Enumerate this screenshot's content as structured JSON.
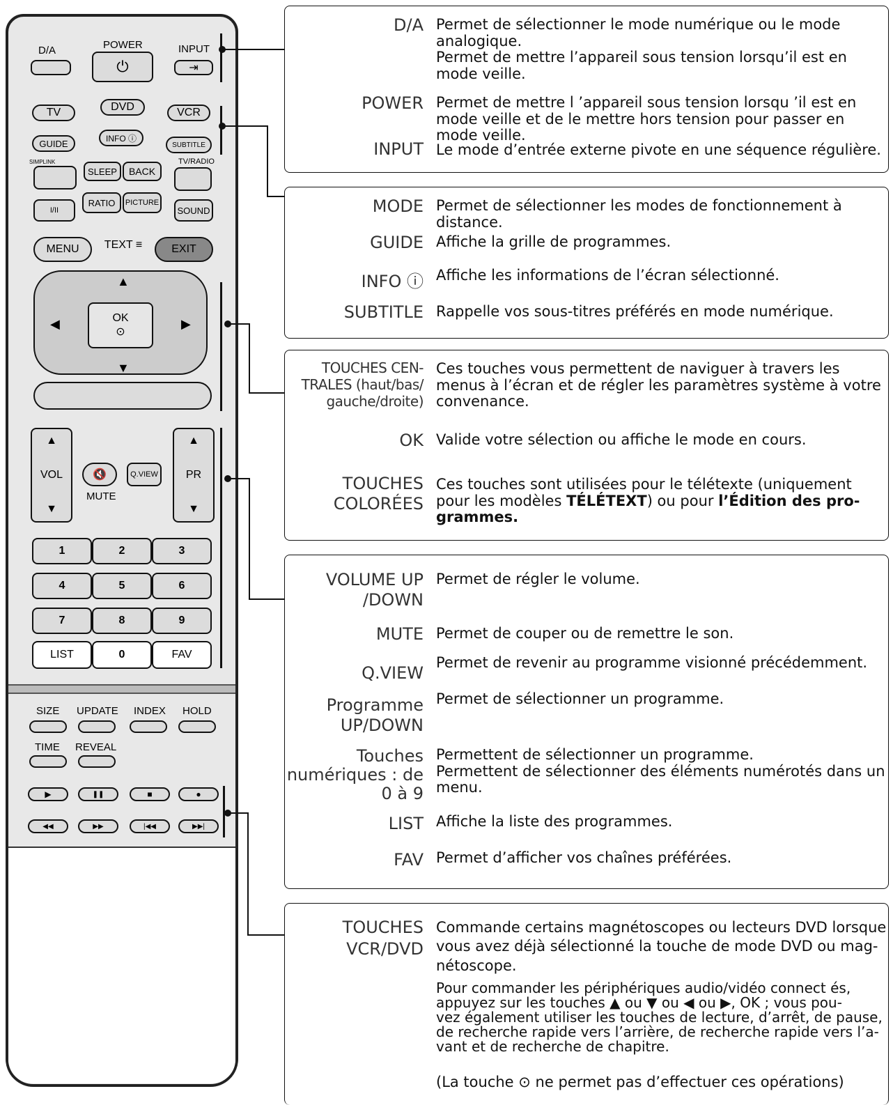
{
  "remote": {
    "da": "D/A",
    "power": "POWER",
    "input": "INPUT",
    "tv": "TV",
    "dvd": "DVD",
    "vcr": "VCR",
    "guide": "GUIDE",
    "info": "INFO ⓘ",
    "subtitle": "SUBTITLE",
    "simplink": "SIMPLINK",
    "sleep": "SLEEP",
    "back": "BACK",
    "tvradio": "TV/RADIO",
    "ii": "I/II",
    "ratio": "RATIO",
    "picture": "PICTURE",
    "sound": "SOUND",
    "menu": "MENU",
    "text": "TEXT ≡",
    "exit": "EXIT",
    "ok": "OK",
    "vol": "VOL",
    "mute": "MUTE",
    "qview": "Q.VIEW",
    "pr": "PR",
    "nums": [
      "1",
      "2",
      "3",
      "4",
      "5",
      "6",
      "7",
      "8",
      "9"
    ],
    "list": "LIST",
    "zero": "0",
    "fav": "FAV",
    "size": "SIZE",
    "update": "UPDATE",
    "index": "INDEX",
    "hold": "HOLD",
    "time": "TIME",
    "reveal": "REVEAL",
    "play": "▶",
    "pause": "❚❚",
    "stop": "■",
    "rec": "●",
    "rew": "◀◀",
    "ff": "▶▶",
    "prev": "|◀◀",
    "next": "▶▶|"
  },
  "sections": {
    "s1": [
      {
        "key": "D/A",
        "desc": "Permet de sélectionner le mode numérique ou le mode analogique.\nPermet de mettre l’appareil sous tension lorsqu’il est en mode veille."
      },
      {
        "key": "POWER",
        "desc": "Permet de mettre l ’appareil sous tension lorsqu ’il est en mode veille et de le mettre hors tension pour passer en mode veille."
      },
      {
        "key": "INPUT",
        "desc": "Le mode d’entrée externe pivote en une séquence régulière."
      }
    ],
    "s2": [
      {
        "key": "MODE",
        "desc": "Permet de sélectionner les modes de fonctionnement à distance."
      },
      {
        "key": "GUIDE",
        "desc": "Affiche la grille de programmes."
      },
      {
        "key": "INFO ⓘ",
        "desc": "Affiche les informations de l’écran sélectionné."
      },
      {
        "key": "SUBTITLE",
        "desc": "Rappelle vos sous-titres préférés en mode numérique."
      }
    ],
    "s3": [
      {
        "key": "TOUCHES CEN-\nTRALES (haut/bas/\ngauche/droite)",
        "desc": "Ces touches vous permettent de naviguer à travers les menus à l’écran et de régler les paramètres système à votre convenance."
      },
      {
        "key": "OK",
        "desc": "Valide votre sélection ou affiche le mode en cours."
      },
      {
        "key": "TOUCHES\nCOLORÉES",
        "desc_a": "Ces touches sont utilisées pour le télétexte (uniquement pour les modèles ",
        "desc_b": "TÉLÉTEXT",
        "desc_c": ") ou pour ",
        "desc_d": "l’Édition des pro-\ngrammes."
      }
    ],
    "s4": [
      {
        "key": "VOLUME UP\n/DOWN",
        "desc": "Permet de régler le volume."
      },
      {
        "key": "MUTE",
        "desc": "Permet de couper ou de remettre le son."
      },
      {
        "key": "Q.VIEW",
        "desc": "Permet de revenir au programme visionné précédemment."
      },
      {
        "key": "Programme\nUP/DOWN",
        "desc": "Permet de sélectionner un programme."
      },
      {
        "key": "Touches\nnumériques : de\n0 à 9",
        "desc": "Permettent de sélectionner un programme.\nPermettent de sélectionner des éléments numérotés dans un menu."
      },
      {
        "key": "LIST",
        "desc": "Affiche la liste des programmes."
      },
      {
        "key": "FAV",
        "desc": "Permet d’afficher vos chaînes préférées."
      }
    ],
    "s5": [
      {
        "key": "TOUCHES\nVCR/DVD",
        "desc": "Commande certains magnétoscopes ou lecteurs DVD lorsque vous avez déjà sélectionné la touche de mode DVD ou mag-\nnétoscope.",
        "desc2": "Pour commander les périphériques audio/vidéo connect és, appuyez sur les touches ▲ ou ▼ ou ◀ ou ▶, OK ; vous pou-\nvez également utiliser les touches de lecture, d’arrêt, de pause, de recherche rapide vers l’arrière, de recherche rapide vers l’a-\nvant et de recherche de chapitre.",
        "desc3": "(La touche ⊙  ne permet pas d’effectuer ces opérations)"
      }
    ]
  }
}
